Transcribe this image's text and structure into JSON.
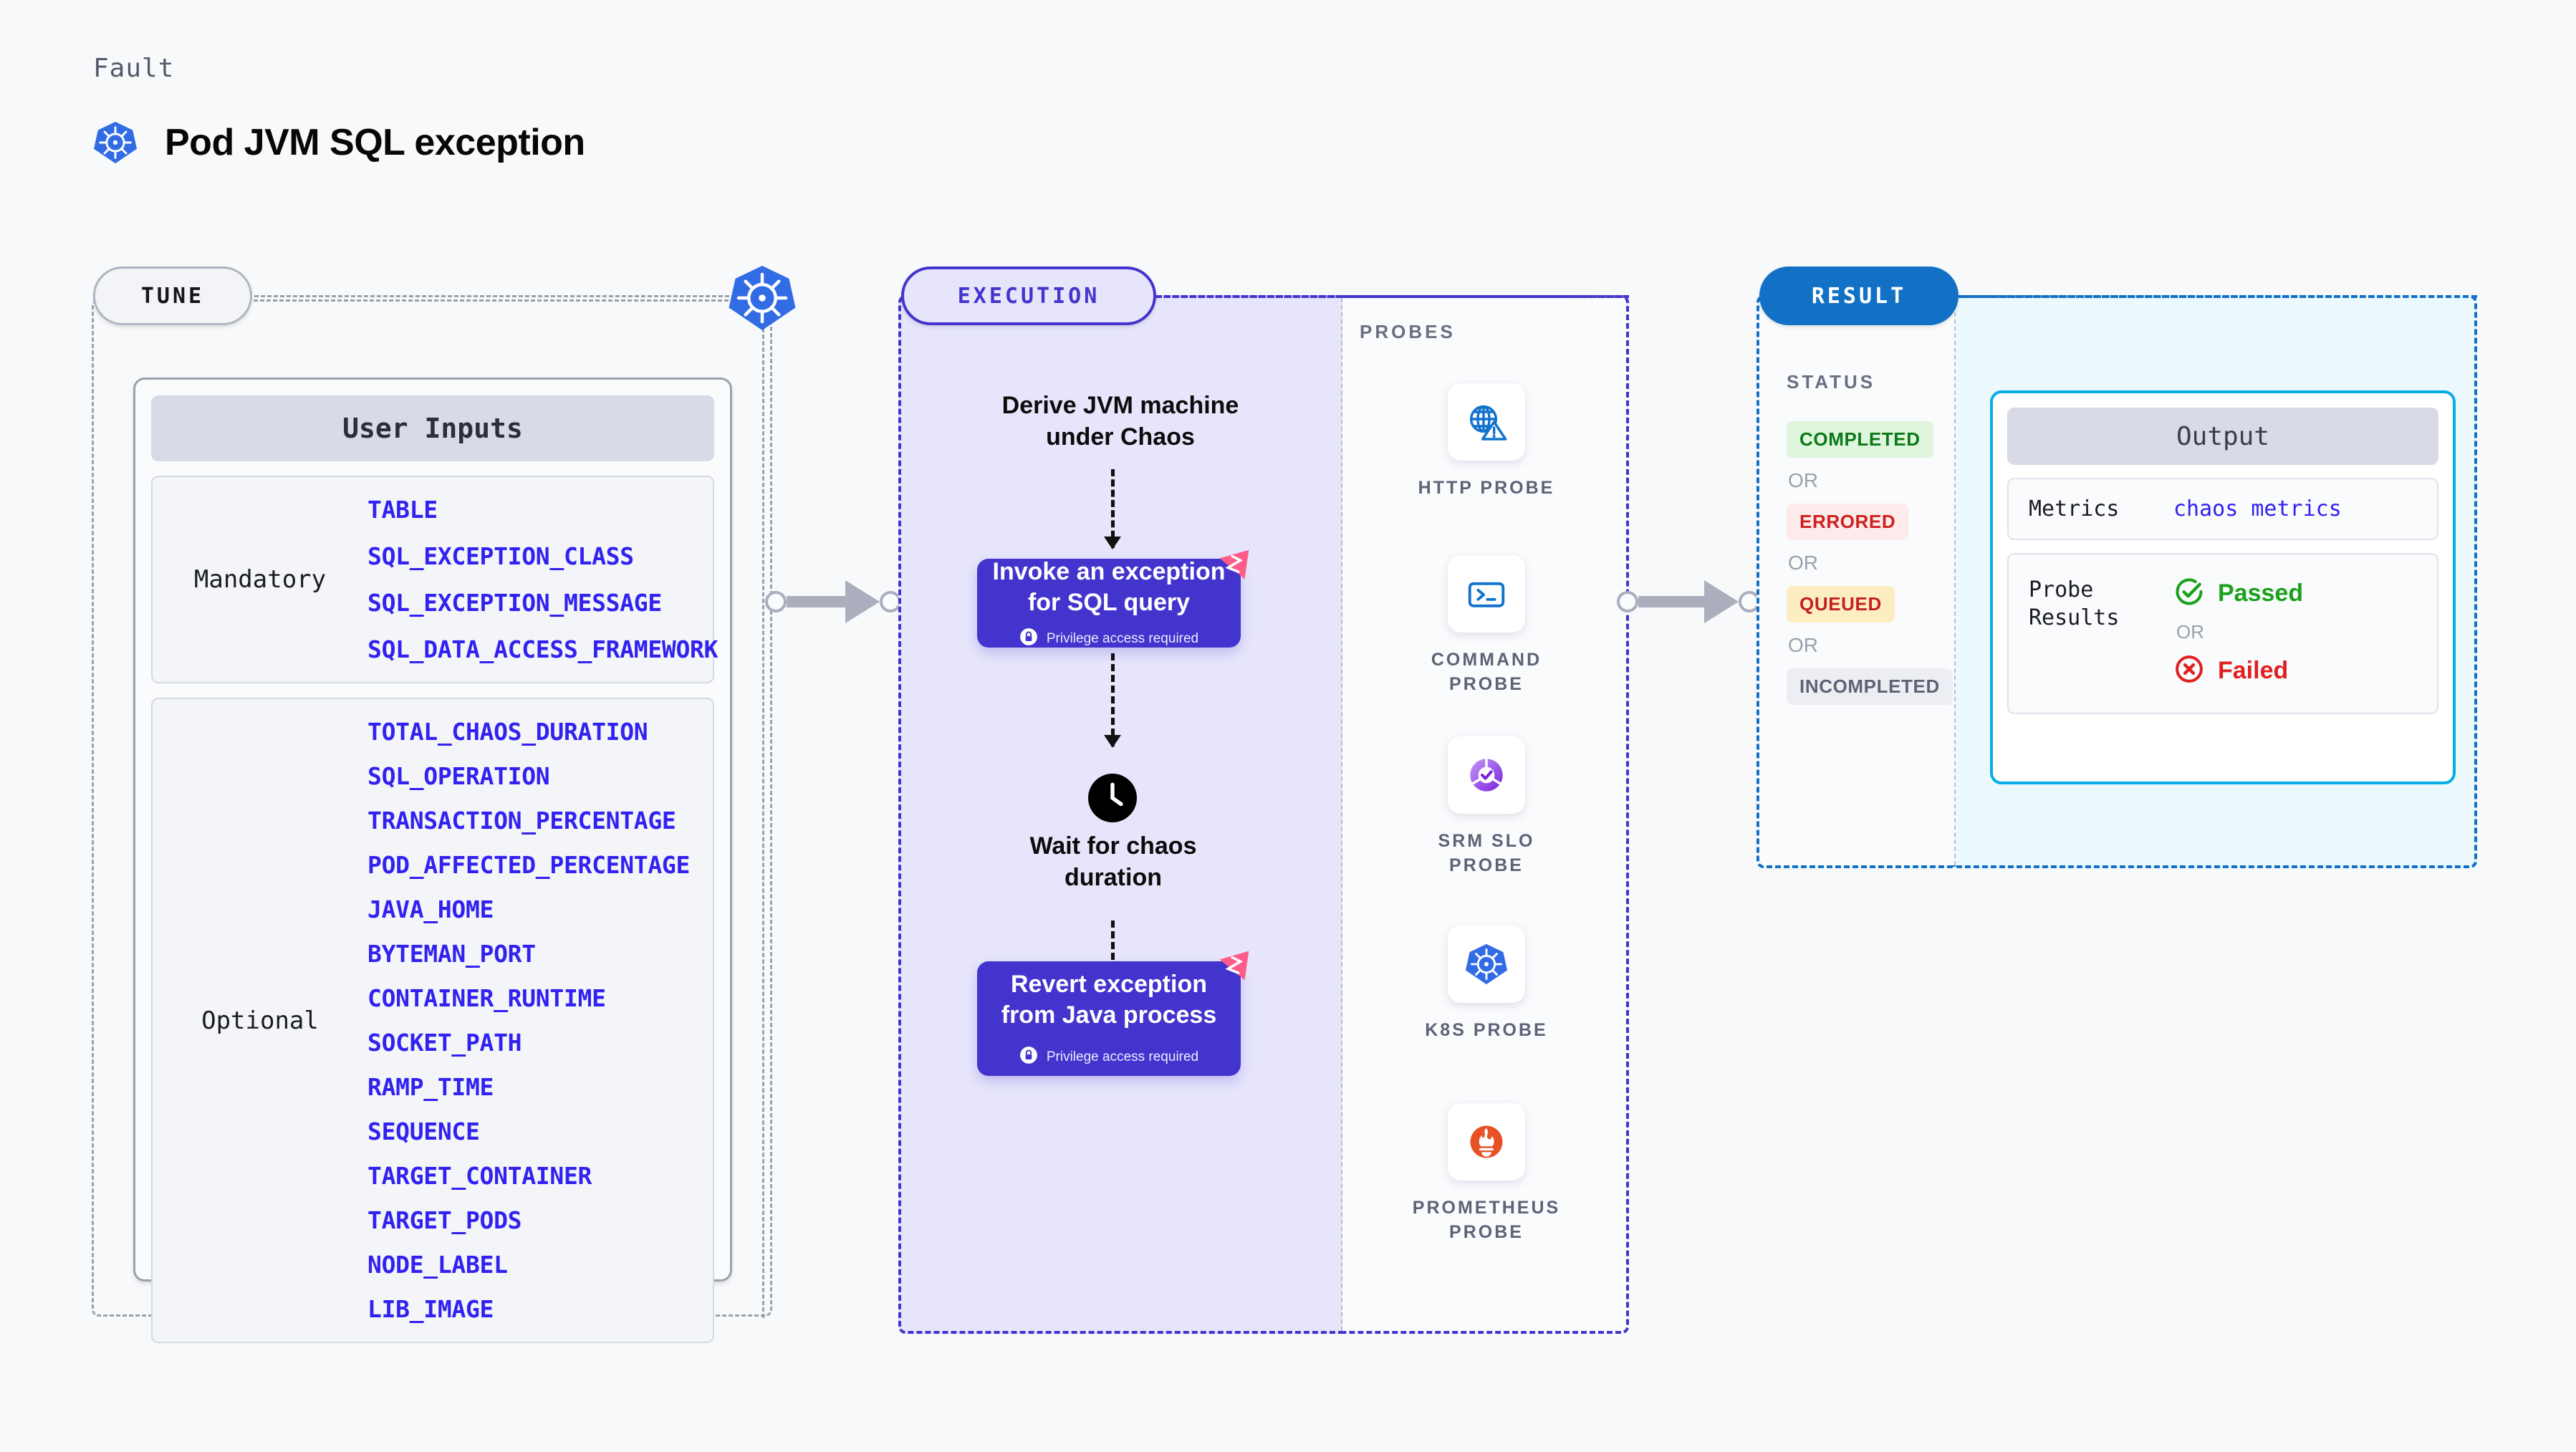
{
  "header": {
    "kicker": "Fault",
    "title": "Pod JVM SQL exception",
    "icon": "kubernetes-icon"
  },
  "tune": {
    "pill_label": "TUNE",
    "k8s_icon": "kubernetes-icon",
    "card": {
      "title": "User Inputs",
      "groups": [
        {
          "label": "Mandatory",
          "items": [
            "TABLE",
            "SQL_EXCEPTION_CLASS",
            "SQL_EXCEPTION_MESSAGE",
            "SQL_DATA_ACCESS_FRAMEWORK"
          ]
        },
        {
          "label": "Optional",
          "items": [
            "TOTAL_CHAOS_DURATION",
            "SQL_OPERATION",
            "TRANSACTION_PERCENTAGE",
            "POD_AFFECTED_PERCENTAGE",
            "JAVA_HOME",
            "BYTEMAN_PORT",
            "CONTAINER_RUNTIME",
            "SOCKET_PATH",
            "RAMP_TIME",
            "SEQUENCE",
            "TARGET_CONTAINER",
            "TARGET_PODS",
            "NODE_LABEL",
            "LIB_IMAGE"
          ]
        }
      ]
    }
  },
  "execution": {
    "pill_label": "EXECUTION",
    "step_1": "Derive JVM machine\nunder Chaos",
    "step_2": {
      "title": "Invoke an exception\nfor SQL query",
      "privilege": "Privilege access required",
      "badge_icon": "harness-icon",
      "lock_icon": "lock-icon"
    },
    "step_3": {
      "icon": "clock-icon",
      "text": "Wait for chaos\nduration"
    },
    "step_4": {
      "title": "Revert exception\nfrom Java process",
      "privilege": "Privilege access required",
      "badge_icon": "harness-icon",
      "lock_icon": "lock-icon"
    }
  },
  "probes": {
    "caption": "PROBES",
    "items": [
      {
        "label": "HTTP PROBE",
        "icon": "globe-warning-icon"
      },
      {
        "label": "COMMAND\nPROBE",
        "icon": "terminal-icon"
      },
      {
        "label": "SRM SLO\nPROBE",
        "icon": "slo-donut-icon"
      },
      {
        "label": "K8S PROBE",
        "icon": "kubernetes-icon"
      },
      {
        "label": "PROMETHEUS\nPROBE",
        "icon": "prometheus-icon"
      }
    ]
  },
  "result": {
    "pill_label": "RESULT",
    "status_caption": "STATUS",
    "or_label": "OR",
    "statuses": [
      {
        "label": "COMPLETED",
        "style": "b-completed"
      },
      {
        "label": "ERRORED",
        "style": "b-errored"
      },
      {
        "label": "QUEUED",
        "style": "b-queued"
      },
      {
        "label": "INCOMPLETED",
        "style": "b-incomplete"
      }
    ]
  },
  "output": {
    "title": "Output",
    "metrics_key": "Metrics",
    "metrics_value": "chaos metrics",
    "probe_results_key": "Probe\nResults",
    "passed_label": "Passed",
    "failed_label": "Failed",
    "or_label": "OR",
    "passed_icon": "check-circle-icon",
    "failed_icon": "x-circle-icon"
  },
  "colors": {
    "page_bg": "#f8f9fb",
    "indigo": "#4334cd",
    "blue": "#1271c4",
    "cyan": "#06aee6",
    "k8s_blue": "#326ce5",
    "param_blue": "#3122ef",
    "pink": "#ff5c8a",
    "green": "#1aa11a",
    "red": "#e02020",
    "gray_border": "#9aa0ad"
  }
}
